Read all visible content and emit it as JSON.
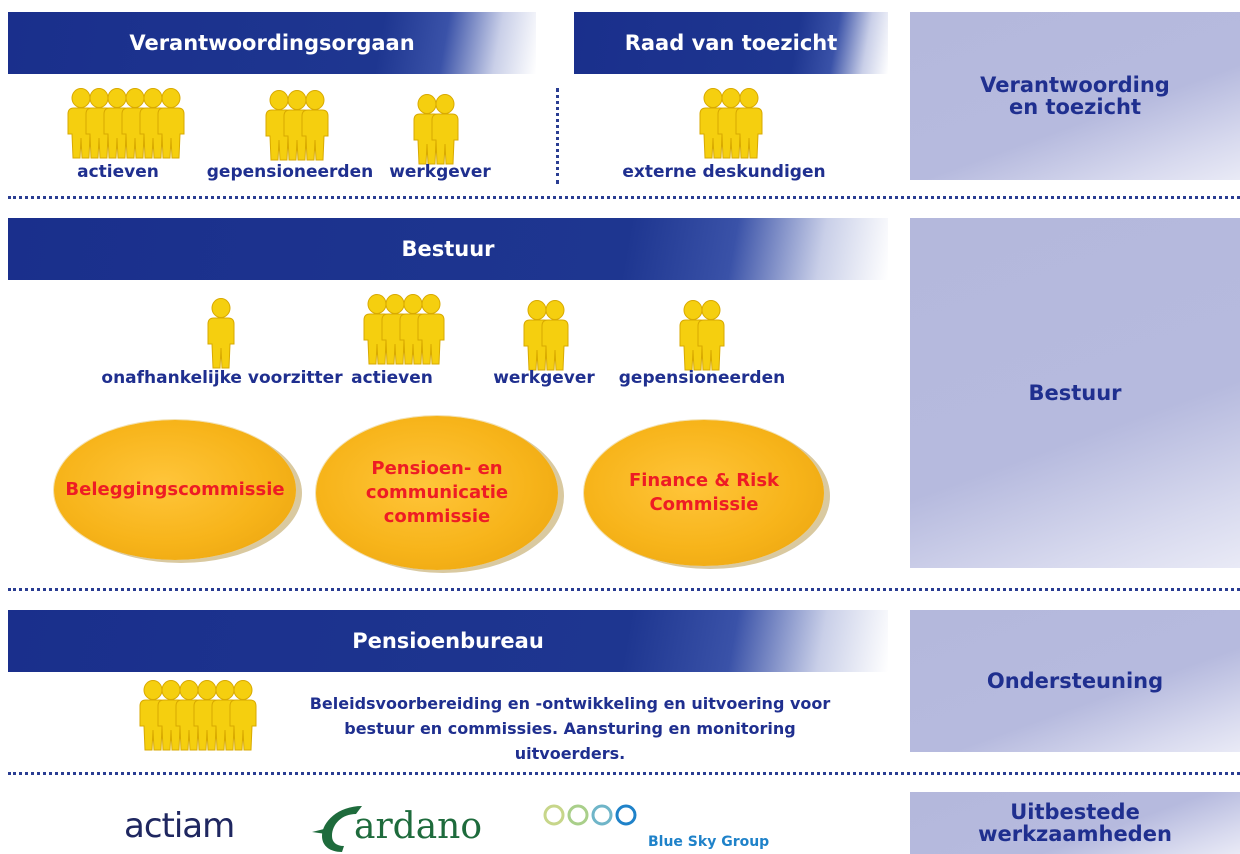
{
  "sections": {
    "verantwoording": {
      "bar1_label": "Verantwoordingsorgaan",
      "bar2_label": "Raad van toezicht",
      "side_label": "Verantwoording\nen toezicht",
      "groups": [
        {
          "label": "actieven",
          "count": 6
        },
        {
          "label": "gepensioneerden",
          "count": 3
        },
        {
          "label": "werkgever",
          "count": 2
        },
        {
          "label": "externe deskundigen",
          "count": 3
        }
      ]
    },
    "bestuur": {
      "bar_label": "Bestuur",
      "side_label": "Bestuur",
      "groups": [
        {
          "label": "onafhankelijke voorzitter",
          "count": 1
        },
        {
          "label": "actieven",
          "count": 4
        },
        {
          "label": "werkgever",
          "count": 2
        },
        {
          "label": "gepensioneerden",
          "count": 2
        }
      ],
      "committees": [
        {
          "label": "Beleggingscommissie"
        },
        {
          "label": "Pensioen- en\ncommunicatie\ncommissie"
        },
        {
          "label": "Finance & Risk\nCommissie"
        }
      ]
    },
    "ondersteuning": {
      "bar_label": "Pensioenbureau",
      "side_label": "Ondersteuning",
      "group_count": 6,
      "description_line1": "Beleidsvoorbereiding en -ontwikkeling en uitvoering voor",
      "description_line2": "bestuur en commissies. Aansturing en monitoring uitvoerders."
    },
    "uitbesteed": {
      "side_label": "Uitbestede werkzaamheden",
      "logos": [
        {
          "name": "actiam",
          "text": "actiam"
        },
        {
          "name": "cardano",
          "text": "ardano"
        },
        {
          "name": "blue-sky-group",
          "text": "Blue Sky Group"
        }
      ]
    }
  },
  "colors": {
    "navy": "#1f2f8f",
    "people_yellow": "#f5cf0f",
    "committee_text": "#ee1c24",
    "oval": "#f7b41a",
    "side_box": "#b4b8dc"
  }
}
